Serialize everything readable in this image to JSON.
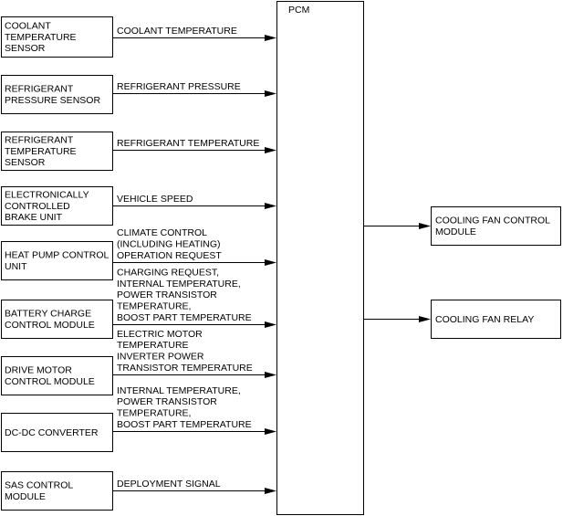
{
  "pcm": {
    "label": "PCM"
  },
  "inputs": [
    {
      "name": [
        "COOLANT",
        "TEMPERATURE",
        "SENSOR"
      ],
      "signal": [
        "COOLANT TEMPERATURE"
      ]
    },
    {
      "name": [
        "REFRIGERANT",
        "PRESSURE SENSOR"
      ],
      "signal": [
        "REFRIGERANT PRESSURE"
      ]
    },
    {
      "name": [
        "REFRIGERANT",
        "TEMPERATURE",
        "SENSOR"
      ],
      "signal": [
        "REFRIGERANT TEMPERATURE"
      ]
    },
    {
      "name": [
        "ELECTRONICALLY",
        "CONTROLLED",
        "BRAKE UNIT"
      ],
      "signal": [
        "VEHICLE SPEED"
      ]
    },
    {
      "name": [
        "HEAT PUMP CONTROL",
        "UNIT"
      ],
      "signal": [
        "CLIMATE CONTROL",
        "(INCLUDING HEATING)",
        "OPERATION REQUEST"
      ]
    },
    {
      "name": [
        "BATTERY CHARGE",
        "CONTROL MODULE"
      ],
      "signal": [
        "CHARGING REQUEST,",
        "INTERNAL TEMPERATURE,",
        "POWER TRANSISTOR",
        "TEMPERATURE,",
        "BOOST PART TEMPERATURE"
      ]
    },
    {
      "name": [
        "DRIVE MOTOR",
        "CONTROL MODULE"
      ],
      "signal": [
        "ELECTRIC MOTOR",
        "TEMPERATURE",
        "INVERTER POWER",
        "TRANSISTOR TEMPERATURE"
      ]
    },
    {
      "name": [
        "DC-DC CONVERTER"
      ],
      "signal": [
        "INTERNAL TEMPERATURE,",
        "POWER TRANSISTOR",
        "TEMPERATURE,",
        "BOOST PART TEMPERATURE"
      ]
    },
    {
      "name": [
        "SAS CONTROL",
        "MODULE"
      ],
      "signal": [
        "DEPLOYMENT SIGNAL"
      ]
    }
  ],
  "outputs": [
    {
      "name": [
        "COOLING FAN CONTROL",
        "MODULE"
      ]
    },
    {
      "name": [
        "COOLING FAN RELAY"
      ]
    }
  ]
}
